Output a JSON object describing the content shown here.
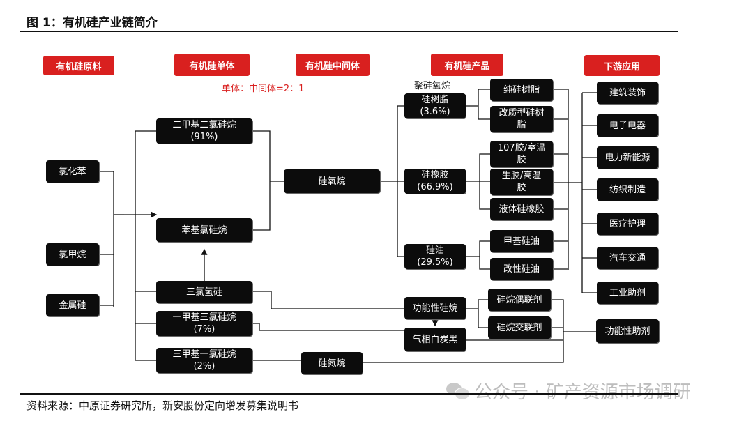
{
  "figure": {
    "title": "图 1：有机硅产业链简介",
    "source": "资料来源：中原证券研究所，新安股份定向增发募集说明书",
    "watermark": "公众号 · 矿产资源市场调研"
  },
  "headers": {
    "raw": "有机硅原料",
    "monomer": "有机硅单体",
    "intermediate": "有机硅中间体",
    "products": "有机硅产品",
    "downstream": "下游应用"
  },
  "notes": {
    "ratio": "单体：中间体=2：1",
    "polysiloxane": "聚硅氧烷"
  },
  "nodes": {
    "chlorobenzene": "氯化苯",
    "methyl_chloride": "氯甲烷",
    "metal_silicon": "金属硅",
    "dmdcs": [
      "二甲基二氯硅烷",
      "(91%)"
    ],
    "phenyl_chlorosilane": "苯基氯硅烷",
    "trichlorosilane": "三氯氢硅",
    "mtcs": [
      "一甲基三氯硅烷",
      "(7%)"
    ],
    "tmcs": [
      "三甲基一氯硅烷",
      "(2%)"
    ],
    "siloxane": "硅氧烷",
    "silazane": "硅氮烷",
    "silicone_resin": [
      "硅树脂",
      "(3.6%)"
    ],
    "silicone_rubber": [
      "硅橡胶",
      "(66.9%)"
    ],
    "silicone_oil": [
      "硅油",
      "(29.5%)"
    ],
    "functional_silane": "功能性硅烷",
    "fumed_silica": "气相白炭黑",
    "pure_resin": "纯硅树脂",
    "modified_resin": [
      "改质型硅树",
      "脂"
    ],
    "rubber_107": [
      "107胶/室温",
      "胶"
    ],
    "raw_rubber": [
      "生胶/高温",
      "胶"
    ],
    "liquid_rubber": "液体硅橡胶",
    "methyl_oil": "甲基硅油",
    "modified_oil": "改性硅油",
    "coupling_agent": "硅烷偶联剂",
    "crosslinker": "硅烷交联剂"
  },
  "applications": [
    "建筑装饰",
    "电子电器",
    "电力新能源",
    "纺织制造",
    "医疗护理",
    "汽车交通",
    "工业助剂"
  ],
  "functional_additive": "功能性助剂",
  "colors": {
    "accent": "#d9201f",
    "node": "#0c0c0c",
    "line": "#111111"
  }
}
